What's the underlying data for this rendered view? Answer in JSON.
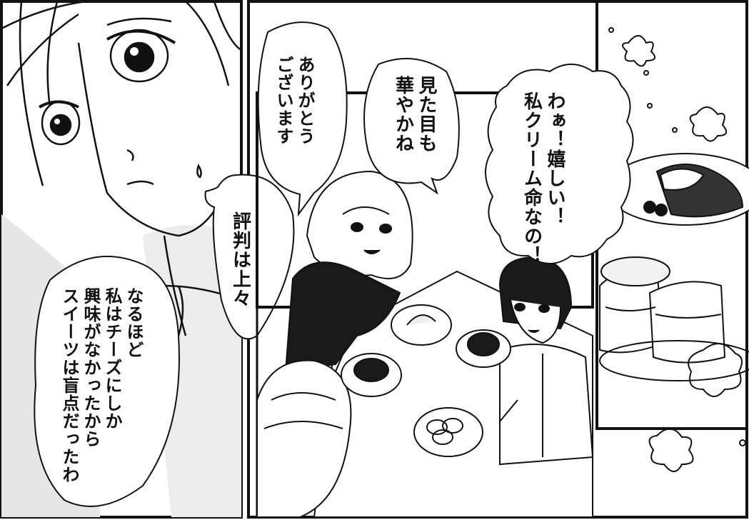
{
  "page": {
    "background_color": "#ffffff",
    "ink_color": "#111111"
  },
  "panels": {
    "left": {
      "bubbles": {
        "hyouban": {
          "text": "評判は上々"
        },
        "narhodo": {
          "text": "なるほど\n私はチーズにしか\n興味がなかったから\nスイーツは盲点だったわ"
        }
      }
    },
    "center": {
      "bubbles": {
        "arigatou": {
          "text": "ありがとう\nございます"
        },
        "mitame": {
          "text": "見た目も\n華やかね"
        }
      }
    },
    "right": {
      "bubbles": {
        "waa": {
          "text": "わぁ！嬉しい！\n私クリーム命なの！"
        }
      }
    }
  }
}
